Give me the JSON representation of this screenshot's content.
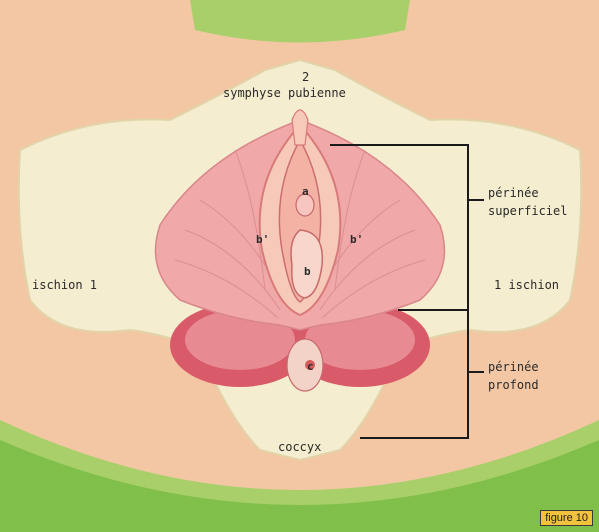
{
  "labels": {
    "symphysis_number": "2",
    "symphysis": "symphyse pubienne",
    "ischion_left": "ischion 1",
    "ischion_right": "1 ischion",
    "perinee_superficiel_line1": "périnée",
    "perinee_superficiel_line2": "superficiel",
    "perinee_profond_line1": "périnée",
    "perinee_profond_line2": "profond",
    "coccyx": "coccyx",
    "a": "a",
    "b": "b",
    "b_prime_left": "b'",
    "b_prime_right": "b'",
    "c": "c",
    "figure_tag": "figure 10"
  }
}
